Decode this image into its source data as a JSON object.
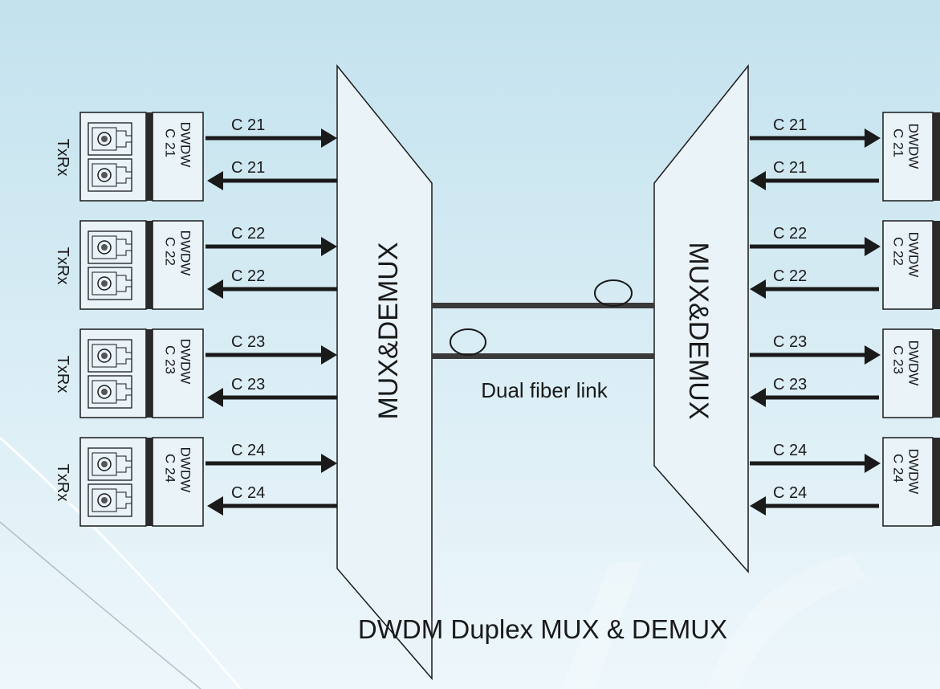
{
  "colors": {
    "bg_top": "#c3e2ee",
    "bg_bottom": "#eef7fb",
    "ink": "#1a1a1a",
    "box_fill": "#e9f3f8",
    "arrow": "#333333"
  },
  "left_side": {
    "side_label": "TxRx",
    "module_label": "DWDW",
    "channels": [
      "C 21",
      "C 22",
      "C 23",
      "C 24"
    ]
  },
  "right_side": {
    "module_label": "DWDW",
    "channels": [
      "C 21",
      "C 22",
      "C 23",
      "C 24"
    ]
  },
  "mux_left_label": "MUX&DEMUX",
  "mux_right_label": "MUX&DEMUX",
  "link_label": "Dual fiber link",
  "title": "DWDM Duplex  MUX & DEMUX"
}
